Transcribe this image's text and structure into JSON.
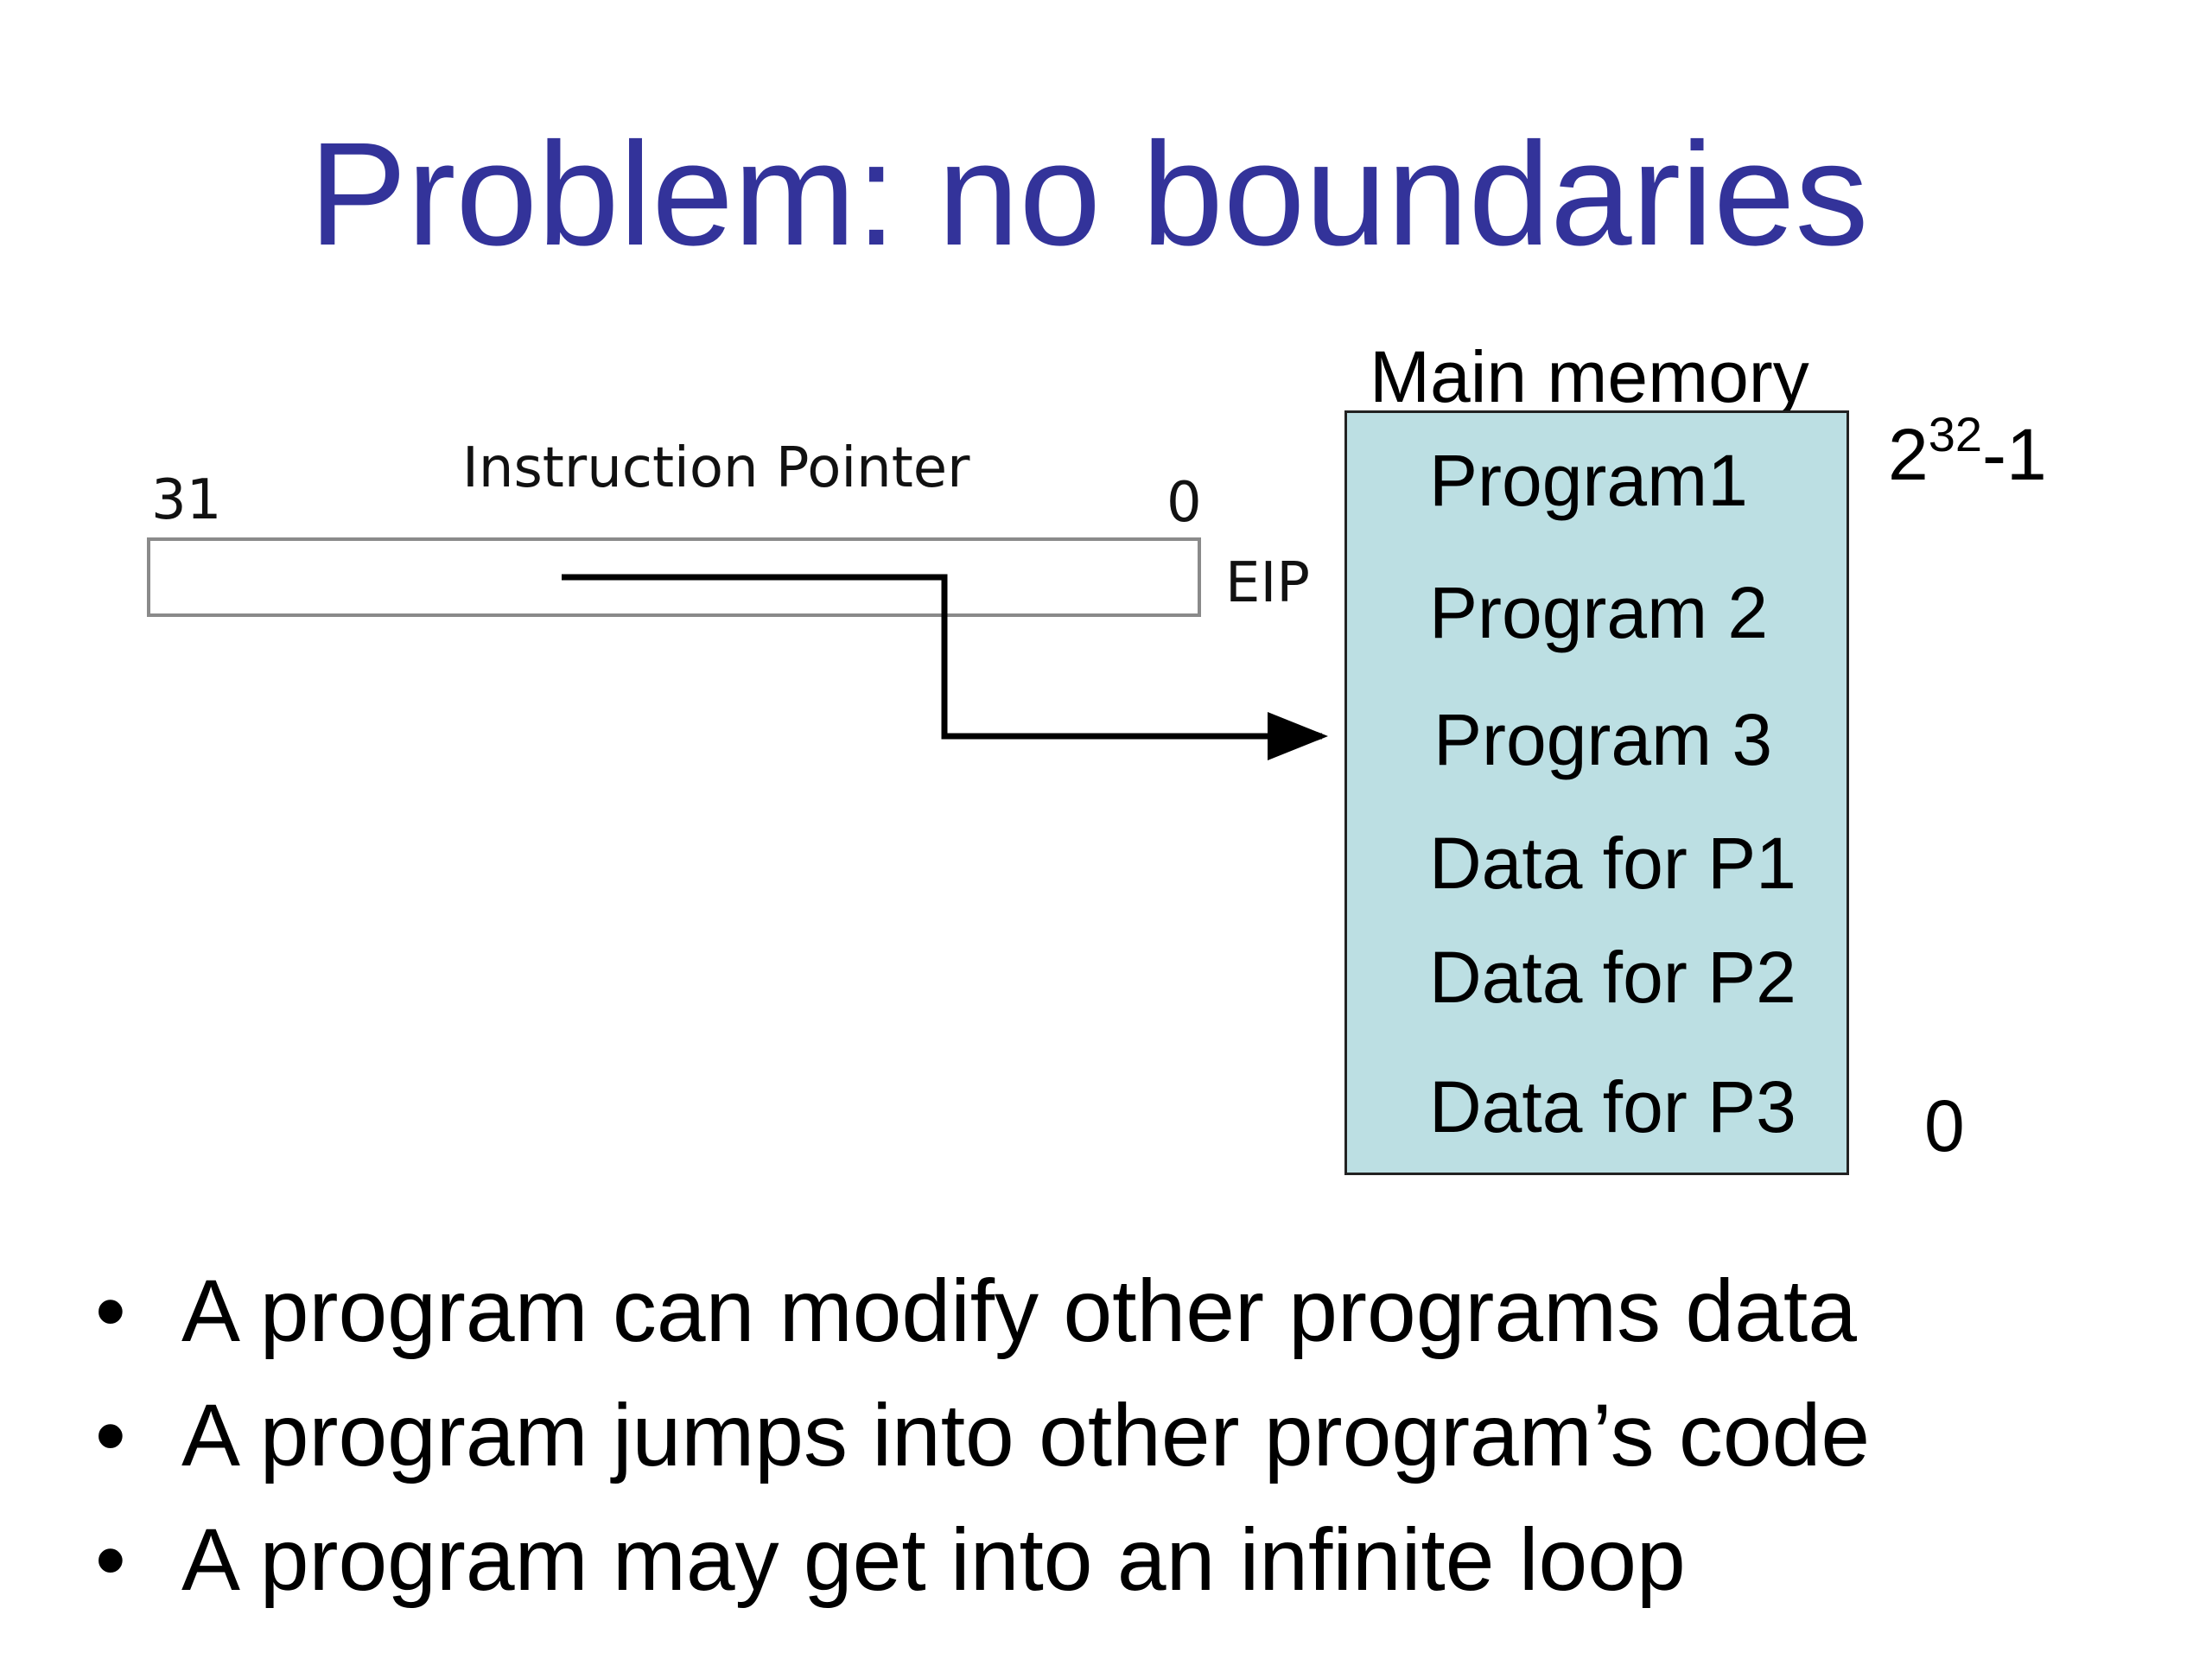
{
  "slide": {
    "title": "Problem: no boundaries"
  },
  "register": {
    "title": "Instruction Pointer",
    "bit_high": "31",
    "bit_low": "0",
    "name": "EIP"
  },
  "memory": {
    "title": "Main memory",
    "addr_high_base": "2",
    "addr_high_exp": "32",
    "addr_high_suffix": "-1",
    "addr_low": "0",
    "items": [
      "Program1",
      "Program 2",
      "Program 3",
      "Data for P1",
      "Data for P2",
      "Data for P3"
    ],
    "fill_color": "#bcdfe3"
  },
  "bullets": [
    "A program can modify other programs data",
    "A program jumps into other program’s code",
    "A program may get into an infinite loop"
  ],
  "colors": {
    "title": "#33339a"
  }
}
